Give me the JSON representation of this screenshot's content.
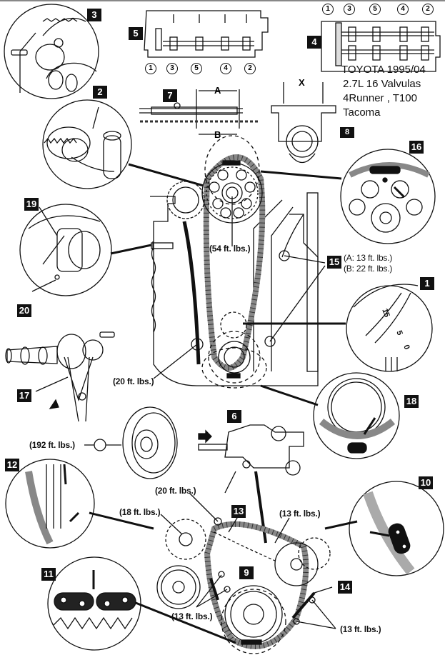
{
  "title": {
    "line1": "TOYOTA 1995/04",
    "line2": "2.7L 16 Valvulas",
    "line3": "4Runner , T100",
    "line4": "Tacoma"
  },
  "step_badges": {
    "b1": "1",
    "b2": "2",
    "b3": "3",
    "b4": "4",
    "b5": "5",
    "b6": "6",
    "b7": "7",
    "b8": "8",
    "b9": "9",
    "b10": "10",
    "b11": "11",
    "b12": "12",
    "b13": "13",
    "b14": "14",
    "b15": "15",
    "b16": "16",
    "b17": "17",
    "b18": "18",
    "b19": "19",
    "b20": "20"
  },
  "torque_specs": {
    "camshaft_sprocket": "(54 ft. lbs.)",
    "bolt_15_a": "(A: 13 ft. lbs.)",
    "bolt_15_b": "(B: 22 ft. lbs.)",
    "guide_bolt_left": "(20 ft. lbs.)",
    "crank_pulley": "(192 ft. lbs.)",
    "tensioner_arm_bolt": "(20 ft. lbs.)",
    "idler_sprocket": "(18 ft. lbs.)",
    "tensioner_bolt": "(13 ft. lbs.)",
    "guide_9_bolts": "(13 ft. lbs.)",
    "guide_14_bolts": "(13 ft. lbs.)"
  },
  "bearing_cap_sequence": {
    "panel5": [
      "1",
      "3",
      "5",
      "4",
      "2"
    ],
    "panel4": [
      "1",
      "3",
      "5",
      "4",
      "2"
    ]
  },
  "measurement_labels": {
    "dim_a": "A",
    "dim_b": "B",
    "dim_x": "X"
  },
  "timing_scale": {
    "marks": [
      "15",
      "5",
      "0"
    ]
  }
}
